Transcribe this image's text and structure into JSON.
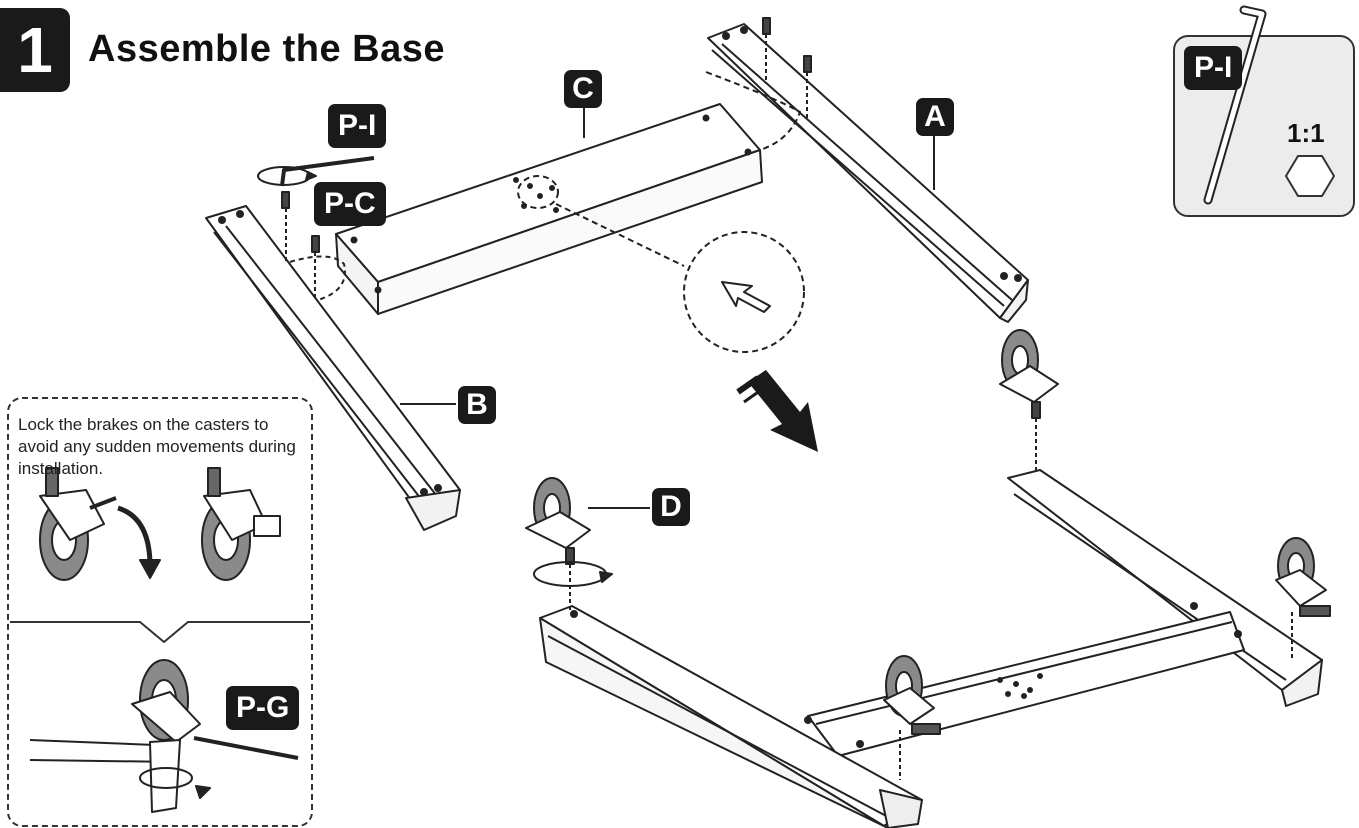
{
  "step": {
    "number": "1",
    "title": "Assemble the Base"
  },
  "labels": {
    "part_a": "A",
    "part_b": "B",
    "part_c": "C",
    "part_d": "D",
    "tool_pi": "P-I",
    "tool_pc": "P-C",
    "tool_pg": "P-G",
    "inset_tool": "P-I",
    "inset_ratio": "1:1"
  },
  "note": {
    "text": "Lock the brakes on the casters to avoid any sudden movements during installation."
  },
  "colors": {
    "ink": "#1a1a1a",
    "line": "#222222",
    "fill": "#ffffff",
    "wheel": "#8a8a8a"
  }
}
